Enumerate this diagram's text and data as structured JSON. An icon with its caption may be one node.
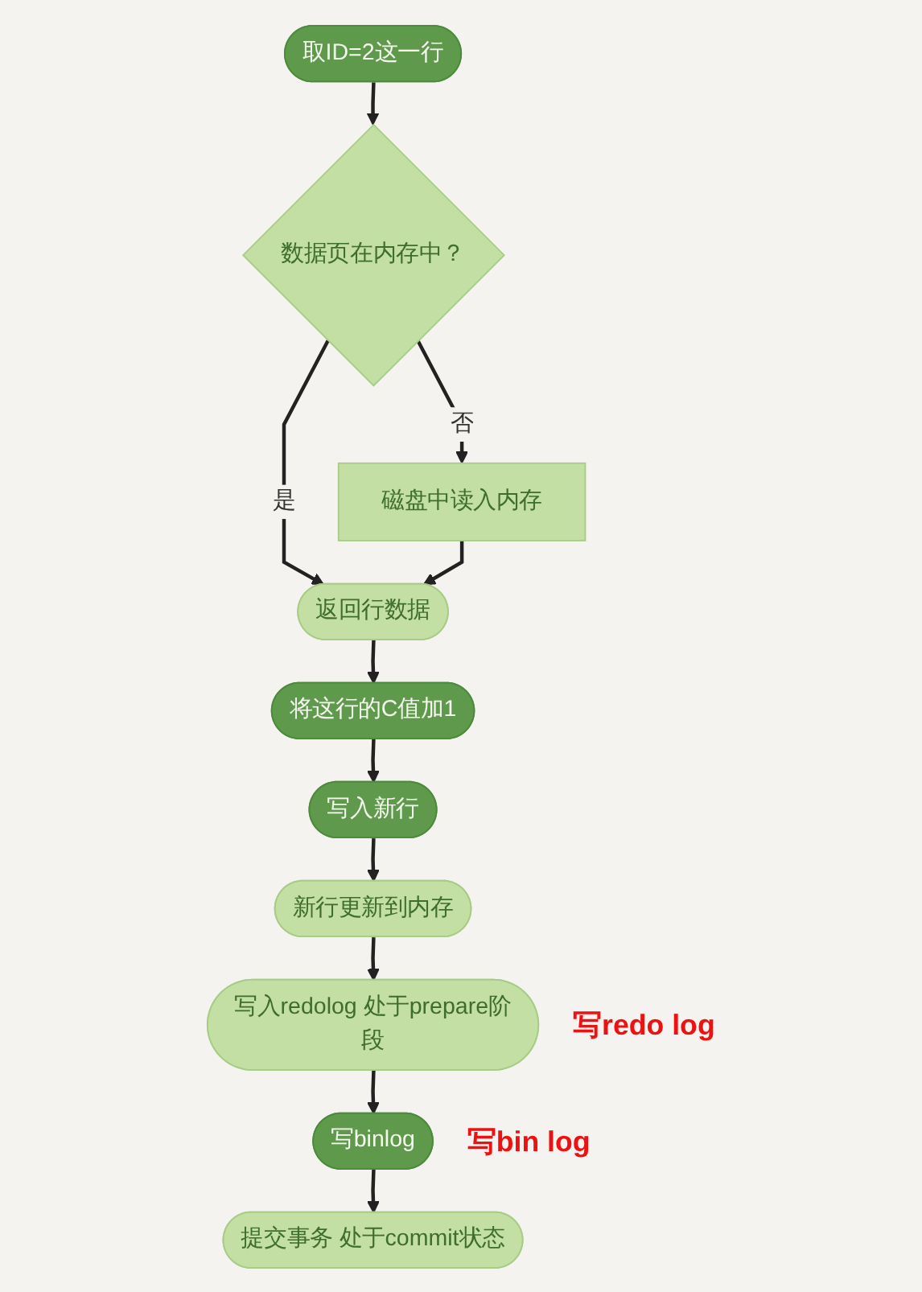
{
  "diagram": {
    "nodes": [
      {
        "text": [
          "取ID=2这一行"
        ]
      },
      {
        "text": [
          "数据页在内存中？"
        ]
      },
      {
        "text": [
          "磁盘中读入内存"
        ]
      },
      {
        "text": [
          "返回行数据"
        ]
      },
      {
        "text": [
          "将这行的C值加1"
        ]
      },
      {
        "text": [
          "写入新行"
        ]
      },
      {
        "text": [
          "新行更新到内存"
        ]
      },
      {
        "text": [
          "写入redolog 处于prepare阶段"
        ],
        "beside": [
          "写redo log"
        ]
      },
      {
        "text": [
          "写binlog"
        ],
        "beside": [
          "写bin log"
        ]
      },
      {
        "text": [
          "提交事务 处于commit状态"
        ]
      }
    ],
    "edges": [
      {
        "from": 0,
        "to": 1,
        "arrow": "to"
      },
      {
        "from": 1,
        "to": 2,
        "label": "否",
        "arrow": "to"
      },
      {
        "from": 1,
        "to": 3,
        "label": "是",
        "arrow": "to"
      },
      {
        "from": 2,
        "to": 3,
        "arrow": "to"
      },
      {
        "from": 3,
        "to": 4,
        "arrow": "to"
      },
      {
        "from": 4,
        "to": 5,
        "arrow": "to"
      },
      {
        "from": 5,
        "to": 6,
        "arrow": "to"
      },
      {
        "from": 6,
        "to": 7,
        "arrow": "to"
      },
      {
        "from": 7,
        "to": 8,
        "arrow": "to"
      },
      {
        "from": 8,
        "to": 9,
        "arrow": "to"
      }
    ]
  }
}
